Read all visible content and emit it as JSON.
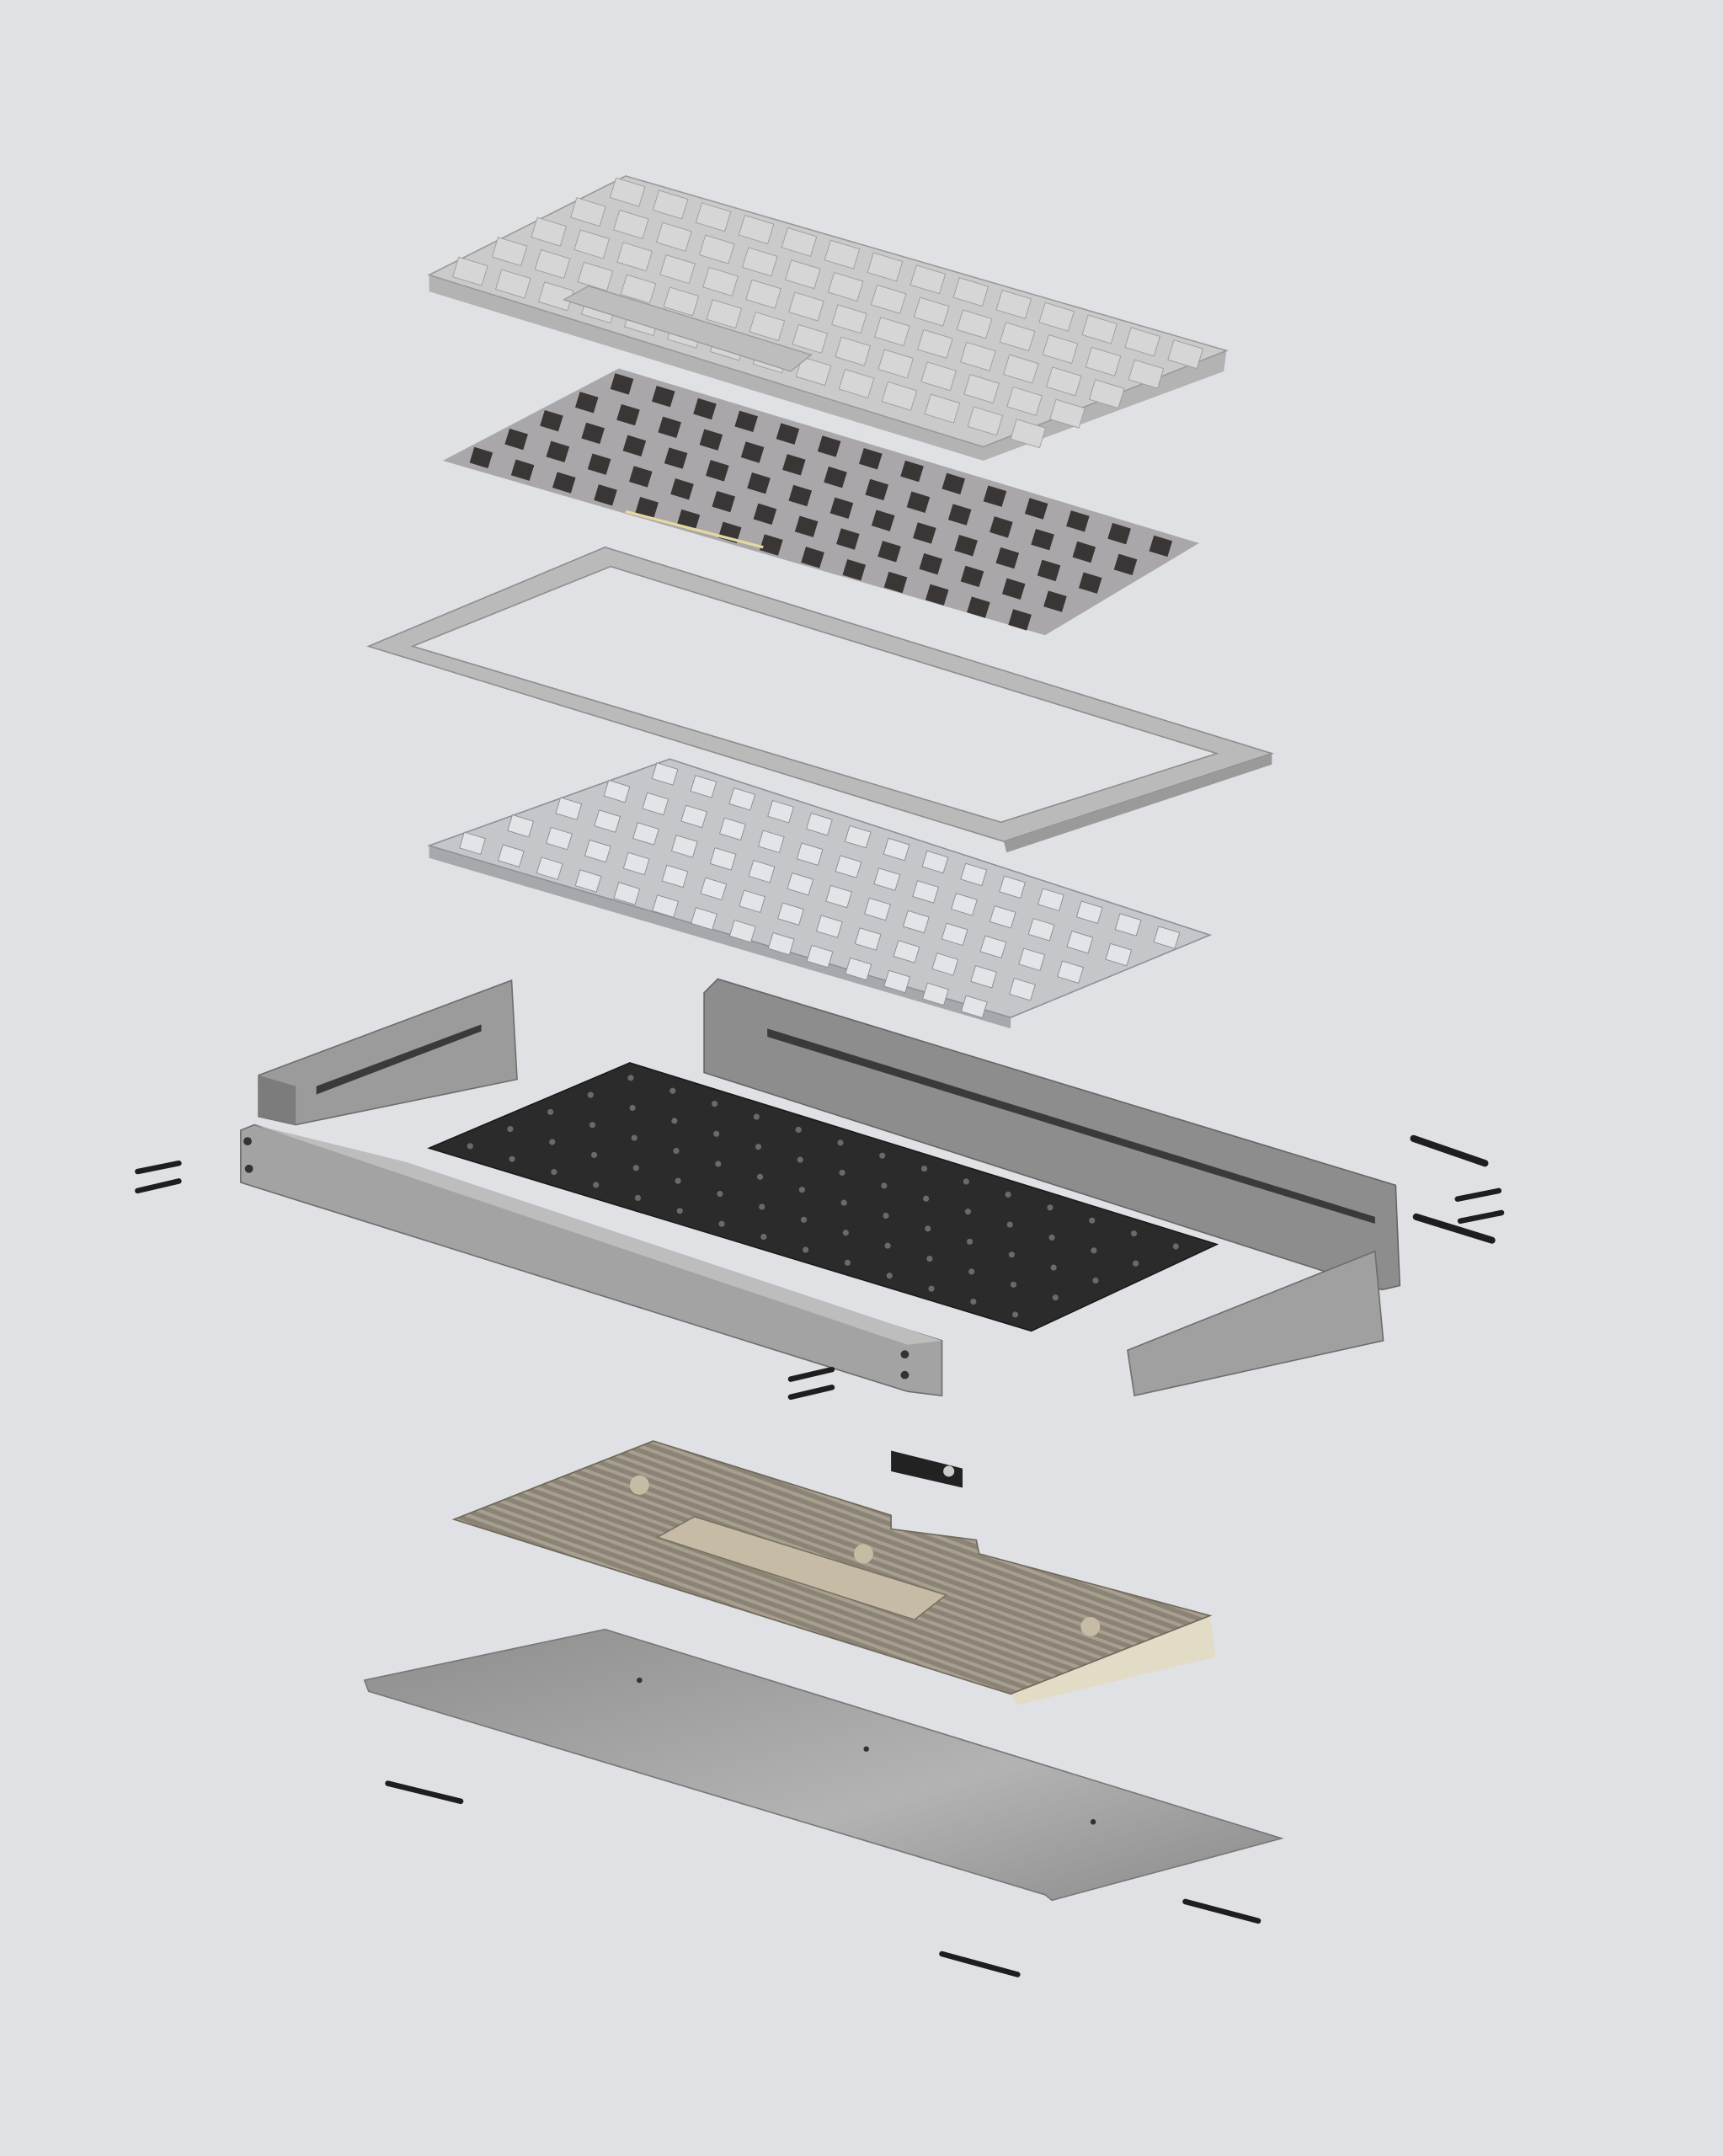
{
  "figure": {
    "kind": "exploded-view keyboard render",
    "background_color": "#dfe1e5",
    "components": [
      {
        "id": "keycaps",
        "color": "#c9c9c9"
      },
      {
        "id": "switches",
        "color": "#3a3636"
      },
      {
        "id": "top-frame",
        "color": "#b9b9b9"
      },
      {
        "id": "plate",
        "color": "#c4c6ca"
      },
      {
        "id": "case-back-wall",
        "color": "#8d8d8d"
      },
      {
        "id": "case-left-side",
        "color": "#9b9b9b"
      },
      {
        "id": "case-front-wall",
        "color": "#a3a3a3"
      },
      {
        "id": "pcb",
        "color": "#2b2b2b"
      },
      {
        "id": "case-right-side",
        "color": "#a0a0a0"
      },
      {
        "id": "daughterboard",
        "color": "#222222"
      },
      {
        "id": "weight",
        "color": "#8b8375"
      },
      {
        "id": "bottom-plate",
        "color": "#9a9a9a"
      },
      {
        "id": "screws",
        "color": "#1e1e1e"
      }
    ]
  }
}
